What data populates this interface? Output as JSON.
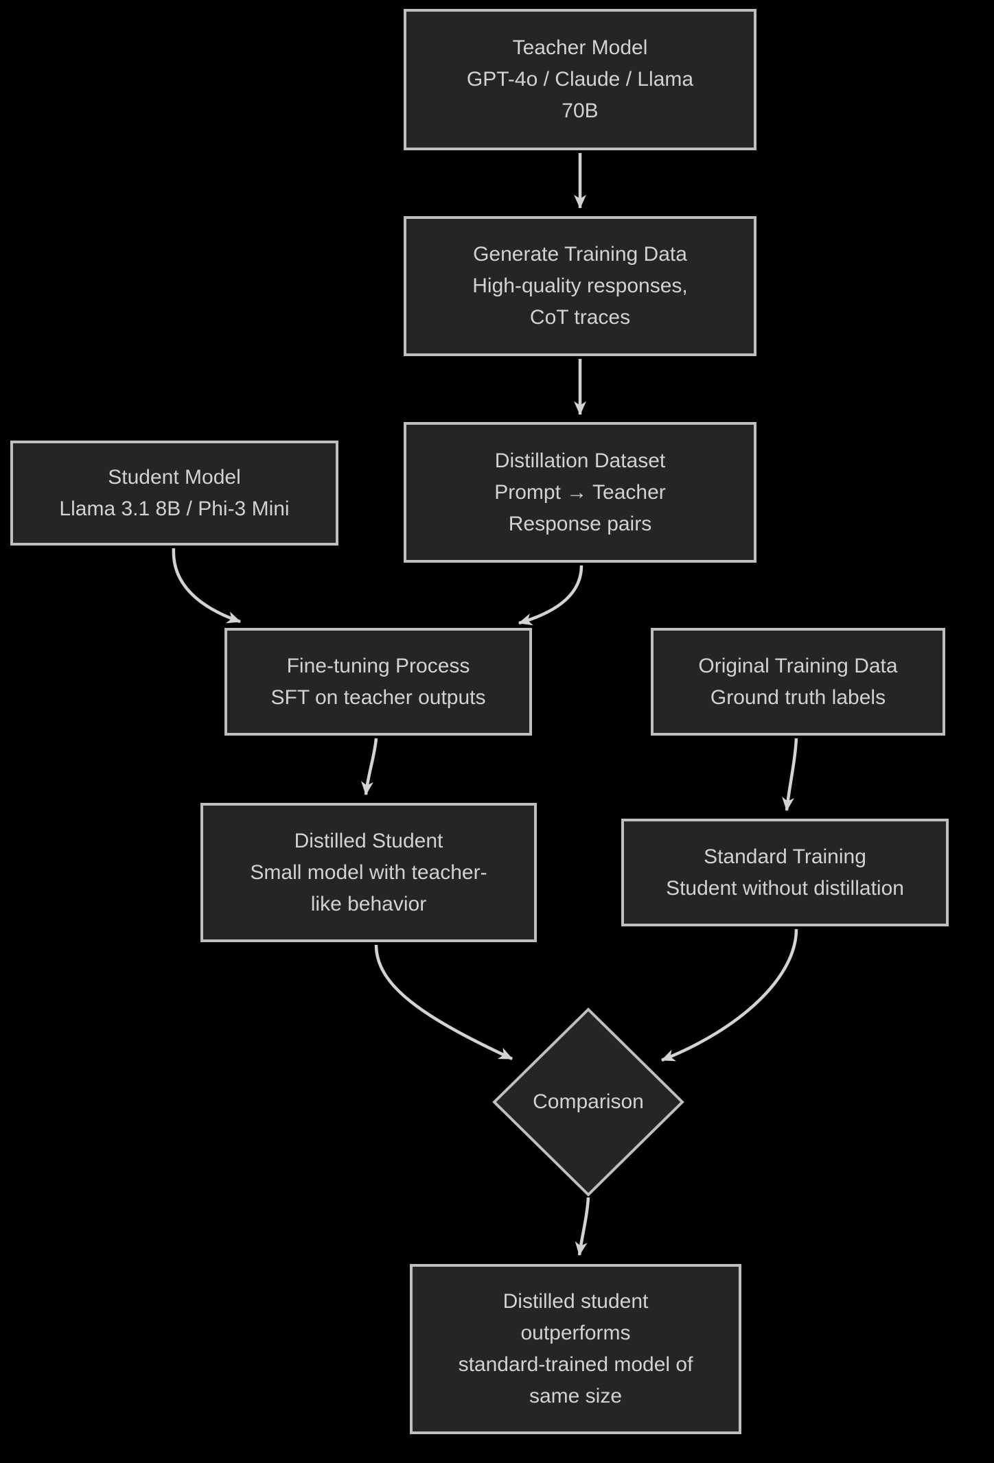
{
  "diagram": {
    "type": "flowchart",
    "direction": "top-down",
    "colors": {
      "background": "#000000",
      "node-fill": "#242526",
      "node-border": "#bfbfbf",
      "text": "#d2d2d2",
      "line": "#d3d3d3"
    },
    "nodes": {
      "teacher": {
        "shape": "rect",
        "label": "Teacher Model\nGPT-4o / Claude / Llama\n70B"
      },
      "generate": {
        "shape": "rect",
        "label": "Generate Training Data\nHigh-quality responses,\nCoT traces"
      },
      "student": {
        "shape": "rect",
        "label": "Student Model\nLlama 3.1 8B / Phi-3 Mini"
      },
      "dataset": {
        "shape": "rect",
        "label": "Distillation Dataset\nPrompt → Teacher\nResponse pairs"
      },
      "finetune": {
        "shape": "rect",
        "label": "Fine-tuning Process\nSFT on teacher outputs"
      },
      "original": {
        "shape": "rect",
        "label": "Original Training Data\nGround truth labels"
      },
      "distilled": {
        "shape": "rect",
        "label": "Distilled Student\nSmall model with teacher-\nlike behavior"
      },
      "standard": {
        "shape": "rect",
        "label": "Standard Training\nStudent without distillation"
      },
      "comparison": {
        "shape": "diamond",
        "label": "Comparison"
      },
      "outcome": {
        "shape": "rect",
        "label": "Distilled student\noutperforms\nstandard-trained model of\nsame size"
      }
    },
    "edges": [
      {
        "from": "teacher",
        "to": "generate"
      },
      {
        "from": "generate",
        "to": "dataset"
      },
      {
        "from": "student",
        "to": "finetune"
      },
      {
        "from": "dataset",
        "to": "finetune"
      },
      {
        "from": "finetune",
        "to": "distilled"
      },
      {
        "from": "original",
        "to": "standard"
      },
      {
        "from": "distilled",
        "to": "comparison"
      },
      {
        "from": "standard",
        "to": "comparison"
      },
      {
        "from": "comparison",
        "to": "outcome"
      }
    ]
  }
}
